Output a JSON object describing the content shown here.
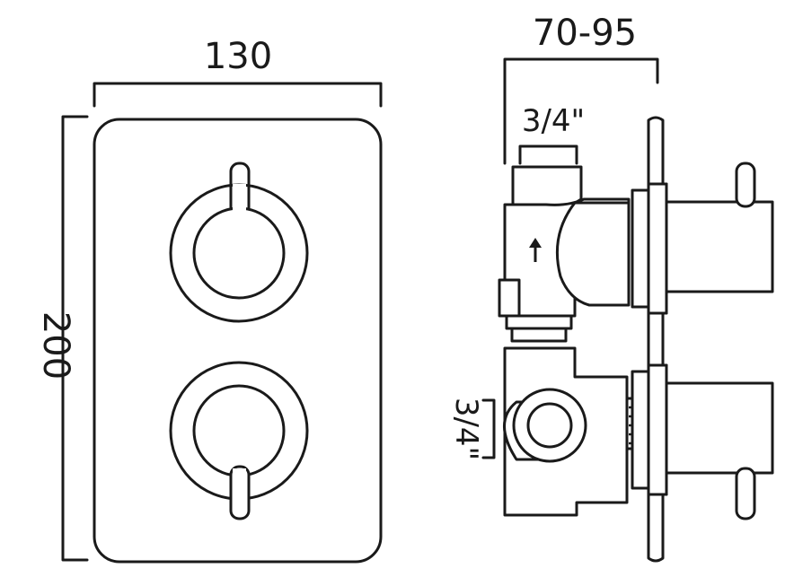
{
  "dimensions": {
    "plate_width": "130",
    "plate_height": "200",
    "body_depth": "70-95",
    "inlet_top": "3/4\"",
    "inlet_side": "3/4\""
  },
  "icons": {
    "flow_arrow": "arrow-up-icon"
  }
}
